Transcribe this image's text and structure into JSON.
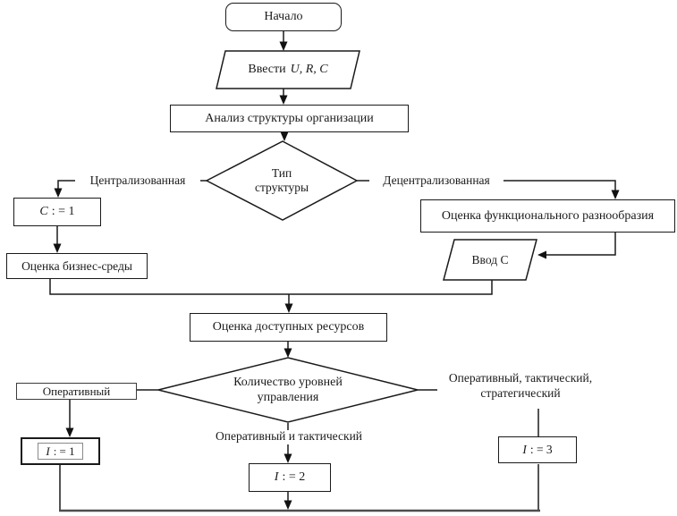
{
  "diagram": {
    "background_color": "#ffffff",
    "line_color": "#1a1a1a",
    "nodes": {
      "start": {
        "label": "Начало"
      },
      "input_urc": {
        "prefix": "Ввести",
        "vars": "U, R, C"
      },
      "analyze": {
        "label": "Анализ структуры организации"
      },
      "type_decision": {
        "line1": "Тип",
        "line2": "структуры"
      },
      "branch_centralized": {
        "label": "Централизованная"
      },
      "branch_decentralized": {
        "label": "Децентрализованная"
      },
      "set_c": {
        "var": "C",
        "assign": ": = 1"
      },
      "business_env": {
        "label": "Оценка бизнес-среды"
      },
      "func_diversity": {
        "label": "Оценка функционального разнообразия"
      },
      "input_c": {
        "label": "Ввод С"
      },
      "resources": {
        "label": "Оценка доступных ресурсов"
      },
      "levels_decision": {
        "line1": "Количество уровней",
        "line2": "управления"
      },
      "branch_operational": {
        "label": "Оперативный"
      },
      "set_i1": {
        "var": "I",
        "assign": ": = 1"
      },
      "branch_op_tactical": {
        "label": "Оперативный и тактический"
      },
      "set_i2": {
        "var": "I",
        "assign": ": = 2"
      },
      "branch_op_tact_strat": {
        "line1": "Оперативный, тактический,",
        "line2": "стратегический"
      },
      "set_i3": {
        "var": "I",
        "assign": ": = 3"
      }
    }
  }
}
